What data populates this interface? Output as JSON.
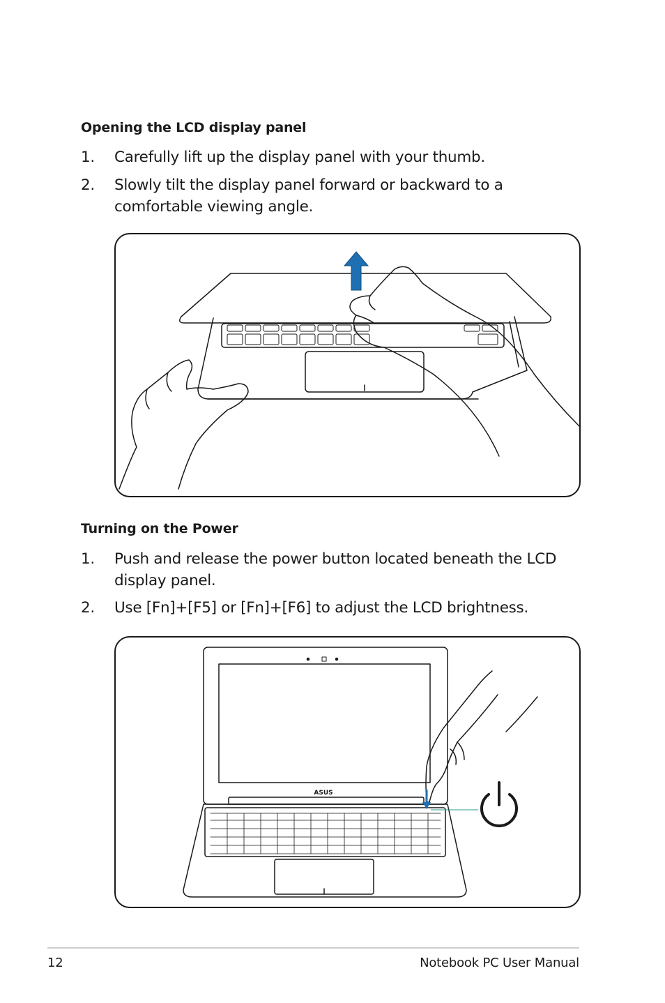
{
  "section1": {
    "heading": "Opening the LCD display panel",
    "steps": [
      {
        "num": "1.",
        "text": "Carefully lift up the display panel with your thumb."
      },
      {
        "num": "2.",
        "text": "Slowly tilt the display panel forward or backward to a comfortable viewing angle."
      }
    ]
  },
  "section2": {
    "heading": "Turning on the Power",
    "steps": [
      {
        "num": "1.",
        "text": "Push and release the power button located beneath the LCD display panel."
      },
      {
        "num": "2.",
        "text": "Use [Fn]+[F5] or [Fn]+[F6] to adjust the LCD brightness."
      }
    ]
  },
  "illustration2": {
    "logo": "ASUS"
  },
  "colors": {
    "arrow": "#1f6fb3",
    "text": "#1a1a1a"
  },
  "icons": {
    "power": "power-icon",
    "lift_arrow": "arrow-up-icon"
  },
  "footer": {
    "page_number": "12",
    "manual_title": "Notebook PC User Manual"
  }
}
